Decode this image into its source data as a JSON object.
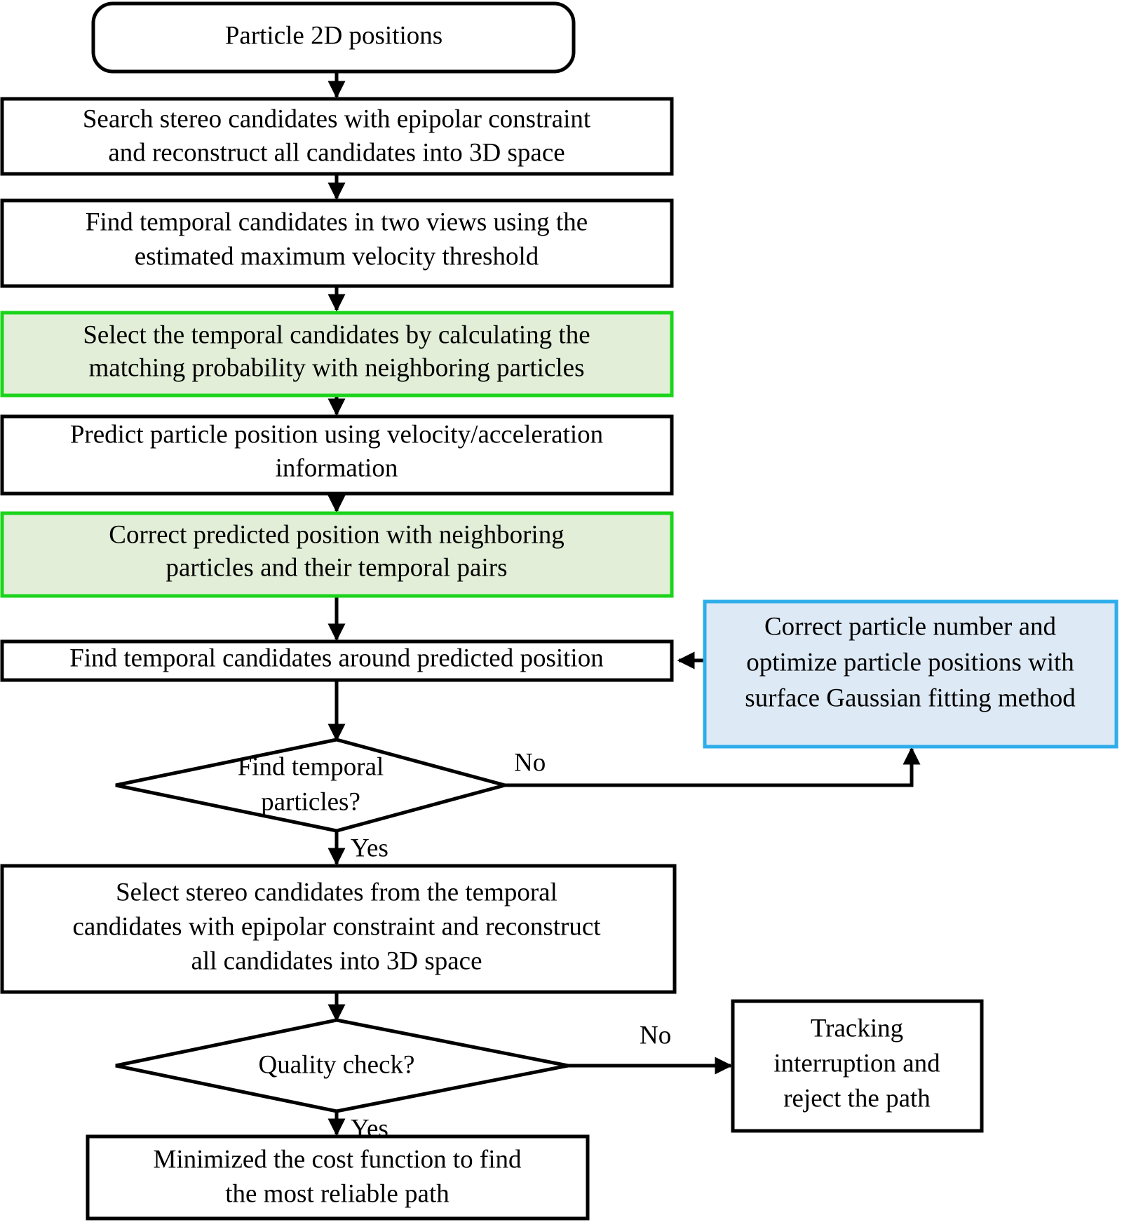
{
  "diagram": {
    "title": "Particle tracking algorithm flowchart",
    "colors": {
      "green_border": "#1ad41a",
      "green_fill": "#e2eed7",
      "blue_border": "#2eadea",
      "blue_fill": "#dde9f4",
      "line": "#000000",
      "background": "#ffffff"
    },
    "nodes": {
      "start": {
        "shape": "rounded-rectangle",
        "lines": [
          "Particle 2D positions"
        ]
      },
      "search_stereo": {
        "shape": "rectangle",
        "lines": [
          "Search stereo candidates with epipolar constraint",
          "and reconstruct all candidates into 3D space"
        ]
      },
      "find_temporal_two_views": {
        "shape": "rectangle",
        "lines": [
          "Find temporal candidates in two views using the",
          "estimated maximum velocity threshold"
        ]
      },
      "select_temporal": {
        "shape": "rectangle-highlighted-green",
        "lines": [
          "Select the temporal candidates by calculating the",
          "matching probability with neighboring particles"
        ]
      },
      "predict_position": {
        "shape": "rectangle",
        "lines": [
          "Predict particle position using velocity/acceleration",
          "information"
        ]
      },
      "correct_predicted": {
        "shape": "rectangle-highlighted-green",
        "lines": [
          "Correct predicted position with neighboring",
          "particles and their temporal pairs"
        ]
      },
      "find_around_predicted": {
        "shape": "rectangle",
        "lines": [
          "Find temporal candidates around predicted position"
        ]
      },
      "correct_particle_number": {
        "shape": "rectangle-highlighted-blue",
        "lines": [
          "Correct particle number and",
          "optimize particle positions with",
          "surface Gaussian fitting method"
        ]
      },
      "decision_find_temporal": {
        "shape": "diamond",
        "lines": [
          "Find temporal",
          "particles?"
        ]
      },
      "select_stereo_from_temporal": {
        "shape": "rectangle",
        "lines": [
          "Select stereo candidates from the temporal",
          "candidates with epipolar constraint and reconstruct",
          "all candidates into 3D space"
        ]
      },
      "decision_quality_check": {
        "shape": "diamond",
        "lines": [
          "Quality check?"
        ]
      },
      "tracking_interruption": {
        "shape": "rectangle",
        "lines": [
          "Tracking",
          "interruption and",
          "reject the path"
        ]
      },
      "minimize_cost": {
        "shape": "rectangle",
        "lines": [
          "Minimized the cost function to find",
          "the most reliable path"
        ]
      }
    },
    "edge_labels": {
      "find_temporal_no": "No",
      "find_temporal_yes": "Yes",
      "quality_no": "No",
      "quality_yes": "Yes"
    }
  }
}
